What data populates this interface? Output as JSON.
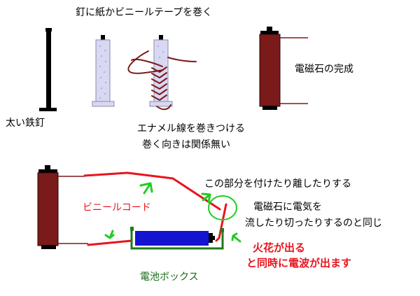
{
  "title": "釘に紙かビニールテープを巻く",
  "labels": {
    "thick_nail": "太い鉄釘",
    "electromagnet_done": "電磁石の完成",
    "wind_wire_line1": "エナメル線を巻きつける",
    "wind_wire_line2": "巻く向きは関係無い",
    "touch_part": "この部分を付けたり離したりする",
    "vinyl_cord": "ビニールコード",
    "same_as_line1": "電磁石に電気を",
    "same_as_line2": "流したり切ったりするのと同じ",
    "spark_line1": "火花が出る",
    "spark_line2": "と同時に電波が出ます",
    "battery_box": "電池ボックス"
  },
  "colors": {
    "coil": "#7a1a1a",
    "wire": "#e8141e",
    "arrow_green": "#22cc22",
    "battery": "#1414d0",
    "battery_box_outline": "#1d7a1d",
    "paper_tape": "#d8d8f2",
    "nail": "#000000"
  },
  "icons": {
    "arrows": "green-arrow"
  }
}
